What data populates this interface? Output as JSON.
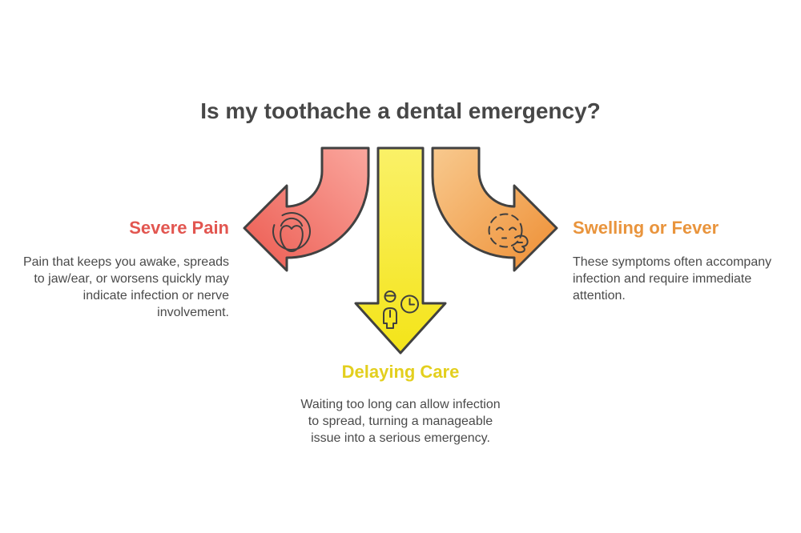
{
  "title": {
    "text": "Is my toothache a dental emergency?",
    "color": "#474747"
  },
  "colors": {
    "background": "#ffffff",
    "outline": "#414141",
    "icon_stroke": "#3f3f3f",
    "body_text": "#4a4a4a"
  },
  "sections": {
    "severe_pain": {
      "heading": "Severe Pain",
      "heading_color": "#e25650",
      "body": "Pain that keeps you awake, spreads\nto jaw/ear, or worsens quickly may\nindicate infection or nerve\ninvolvement.",
      "icon": "toothache-icon",
      "arrow_direction": "left",
      "arrow_gradient": [
        "#faa79e",
        "#ec5a50"
      ]
    },
    "delaying_care": {
      "heading": "Delaying Care",
      "heading_color": "#e3cf1e",
      "body": "Waiting too long can allow infection\nto spread, turning a manageable\nissue into a serious emergency.",
      "icon": "person-waiting-clock-icon",
      "arrow_direction": "down",
      "arrow_gradient": [
        "#faf168",
        "#f4e418"
      ]
    },
    "swelling_fever": {
      "heading": "Swelling or Fever",
      "heading_color": "#e9943c",
      "body": "These symptoms often accompany\ninfection and require immediate\nattention.",
      "icon": "swollen-face-icon",
      "arrow_direction": "right",
      "arrow_gradient": [
        "#f8c98e",
        "#ee8e33"
      ]
    }
  }
}
